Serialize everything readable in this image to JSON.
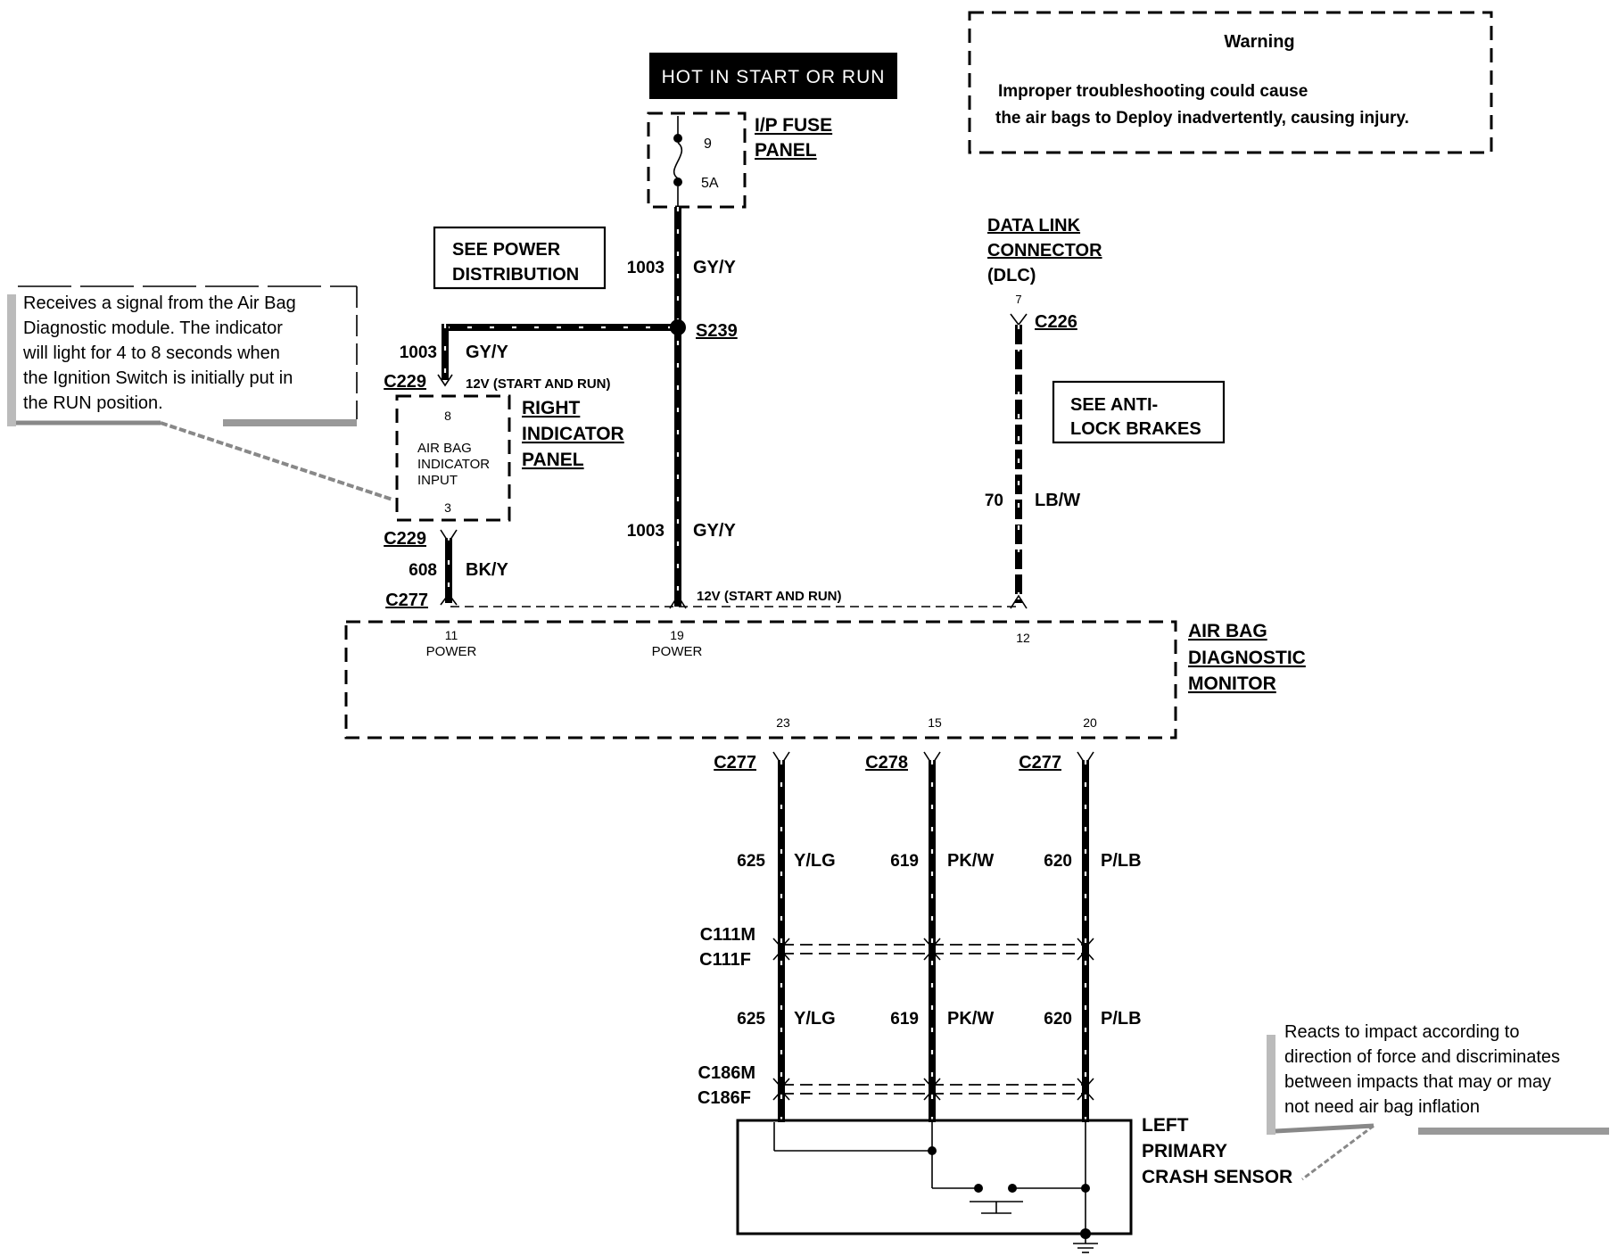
{
  "header": {
    "hot_label": "HOT IN START OR RUN"
  },
  "warning": {
    "title": "Warning",
    "line1": "Improper troubleshooting could cause",
    "line2": "the air bags to Deploy inadvertently, causing injury."
  },
  "fuse_panel": {
    "name_line1": "I/P FUSE",
    "name_line2": "PANEL",
    "fuse_number": "9",
    "fuse_rating": "5A"
  },
  "see_power": {
    "line1": "SEE POWER",
    "line2": "DISTRIBUTION"
  },
  "see_abs": {
    "line1": "SEE ANTI-",
    "line2": "LOCK BRAKES"
  },
  "splice": "S239",
  "dlc": {
    "line1": "DATA LINK",
    "line2": "CONNECTOR",
    "line3": "(DLC)",
    "pin": "7",
    "connector": "C226",
    "circuit": "70",
    "color": "LB/W"
  },
  "note_indicator": {
    "line1": "Receives a signal from the Air Bag",
    "line2": "Diagnostic module.  The indicator",
    "line3": "will light for 4 to 8 seconds when",
    "line4": "the Ignition Switch is initially put in",
    "line5": "the RUN position."
  },
  "note_sensor": {
    "line1": "Reacts  to  impact  according  to",
    "line2": "direction of force and discriminates",
    "line3": "between impacts that may or may",
    "line4": "not need air bag inflation"
  },
  "indicator_panel": {
    "name_line1": "RIGHT",
    "name_line2": "INDICATOR",
    "name_line3": "PANEL",
    "inner_line1": "AIR BAG",
    "inner_line2": "INDICATOR",
    "inner_line3": "INPUT",
    "pin_top": "8",
    "pin_bottom": "3",
    "voltage": "12V (START AND RUN)"
  },
  "circuits": {
    "feed_top": {
      "number": "1003",
      "color": "GY/Y"
    },
    "feed_left": {
      "number": "1003",
      "color": "GY/Y",
      "connector": "C229"
    },
    "feed_main": {
      "number": "1003",
      "color": "GY/Y",
      "voltage": "12V (START AND RUN)"
    },
    "indicator_out": {
      "number": "608",
      "color": "BK/Y",
      "connector_top": "C229",
      "connector_bottom": "C277"
    }
  },
  "monitor": {
    "name_line1": "AIR BAG",
    "name_line2": "DIAGNOSTIC",
    "name_line3": "MONITOR",
    "pins": [
      {
        "pin": "11",
        "label": "POWER"
      },
      {
        "pin": "19",
        "label": "POWER"
      },
      {
        "pin": "12",
        "label": ""
      },
      {
        "pin": "23",
        "label": ""
      },
      {
        "pin": "15",
        "label": ""
      },
      {
        "pin": "20",
        "label": ""
      }
    ]
  },
  "lower_wires": [
    {
      "connector": "C277",
      "number": "625",
      "color": "Y/LG"
    },
    {
      "connector": "C278",
      "number": "619",
      "color": "PK/W"
    },
    {
      "connector": "C277",
      "number": "620",
      "color": "P/LB"
    }
  ],
  "inline_connectors": {
    "c111m": "C111M",
    "c111f": "C111F",
    "c186m": "C186M",
    "c186f": "C186F"
  },
  "sensor": {
    "name_line1": "LEFT",
    "name_line2": "PRIMARY",
    "name_line3": "CRASH SENSOR"
  }
}
